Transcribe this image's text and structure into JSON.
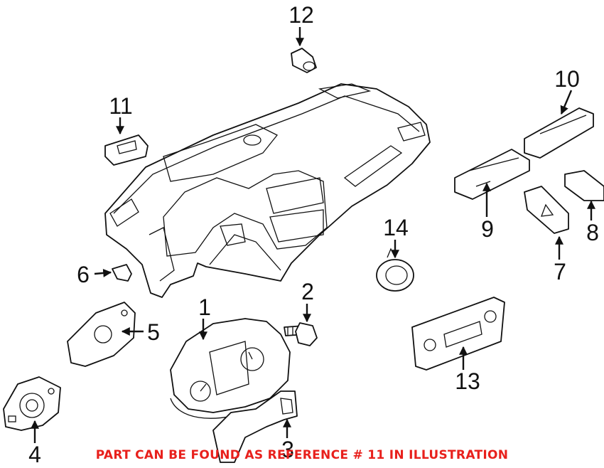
{
  "callouts": [
    "1",
    "2",
    "3",
    "4",
    "5",
    "6",
    "7",
    "8",
    "9",
    "10",
    "11",
    "12",
    "13",
    "14"
  ],
  "caption": "PART CAN BE FOUND AS REFERENCE # 11 IN ILLUSTRATION",
  "colors": {
    "caption": "#e8201c",
    "line": "#111111"
  }
}
